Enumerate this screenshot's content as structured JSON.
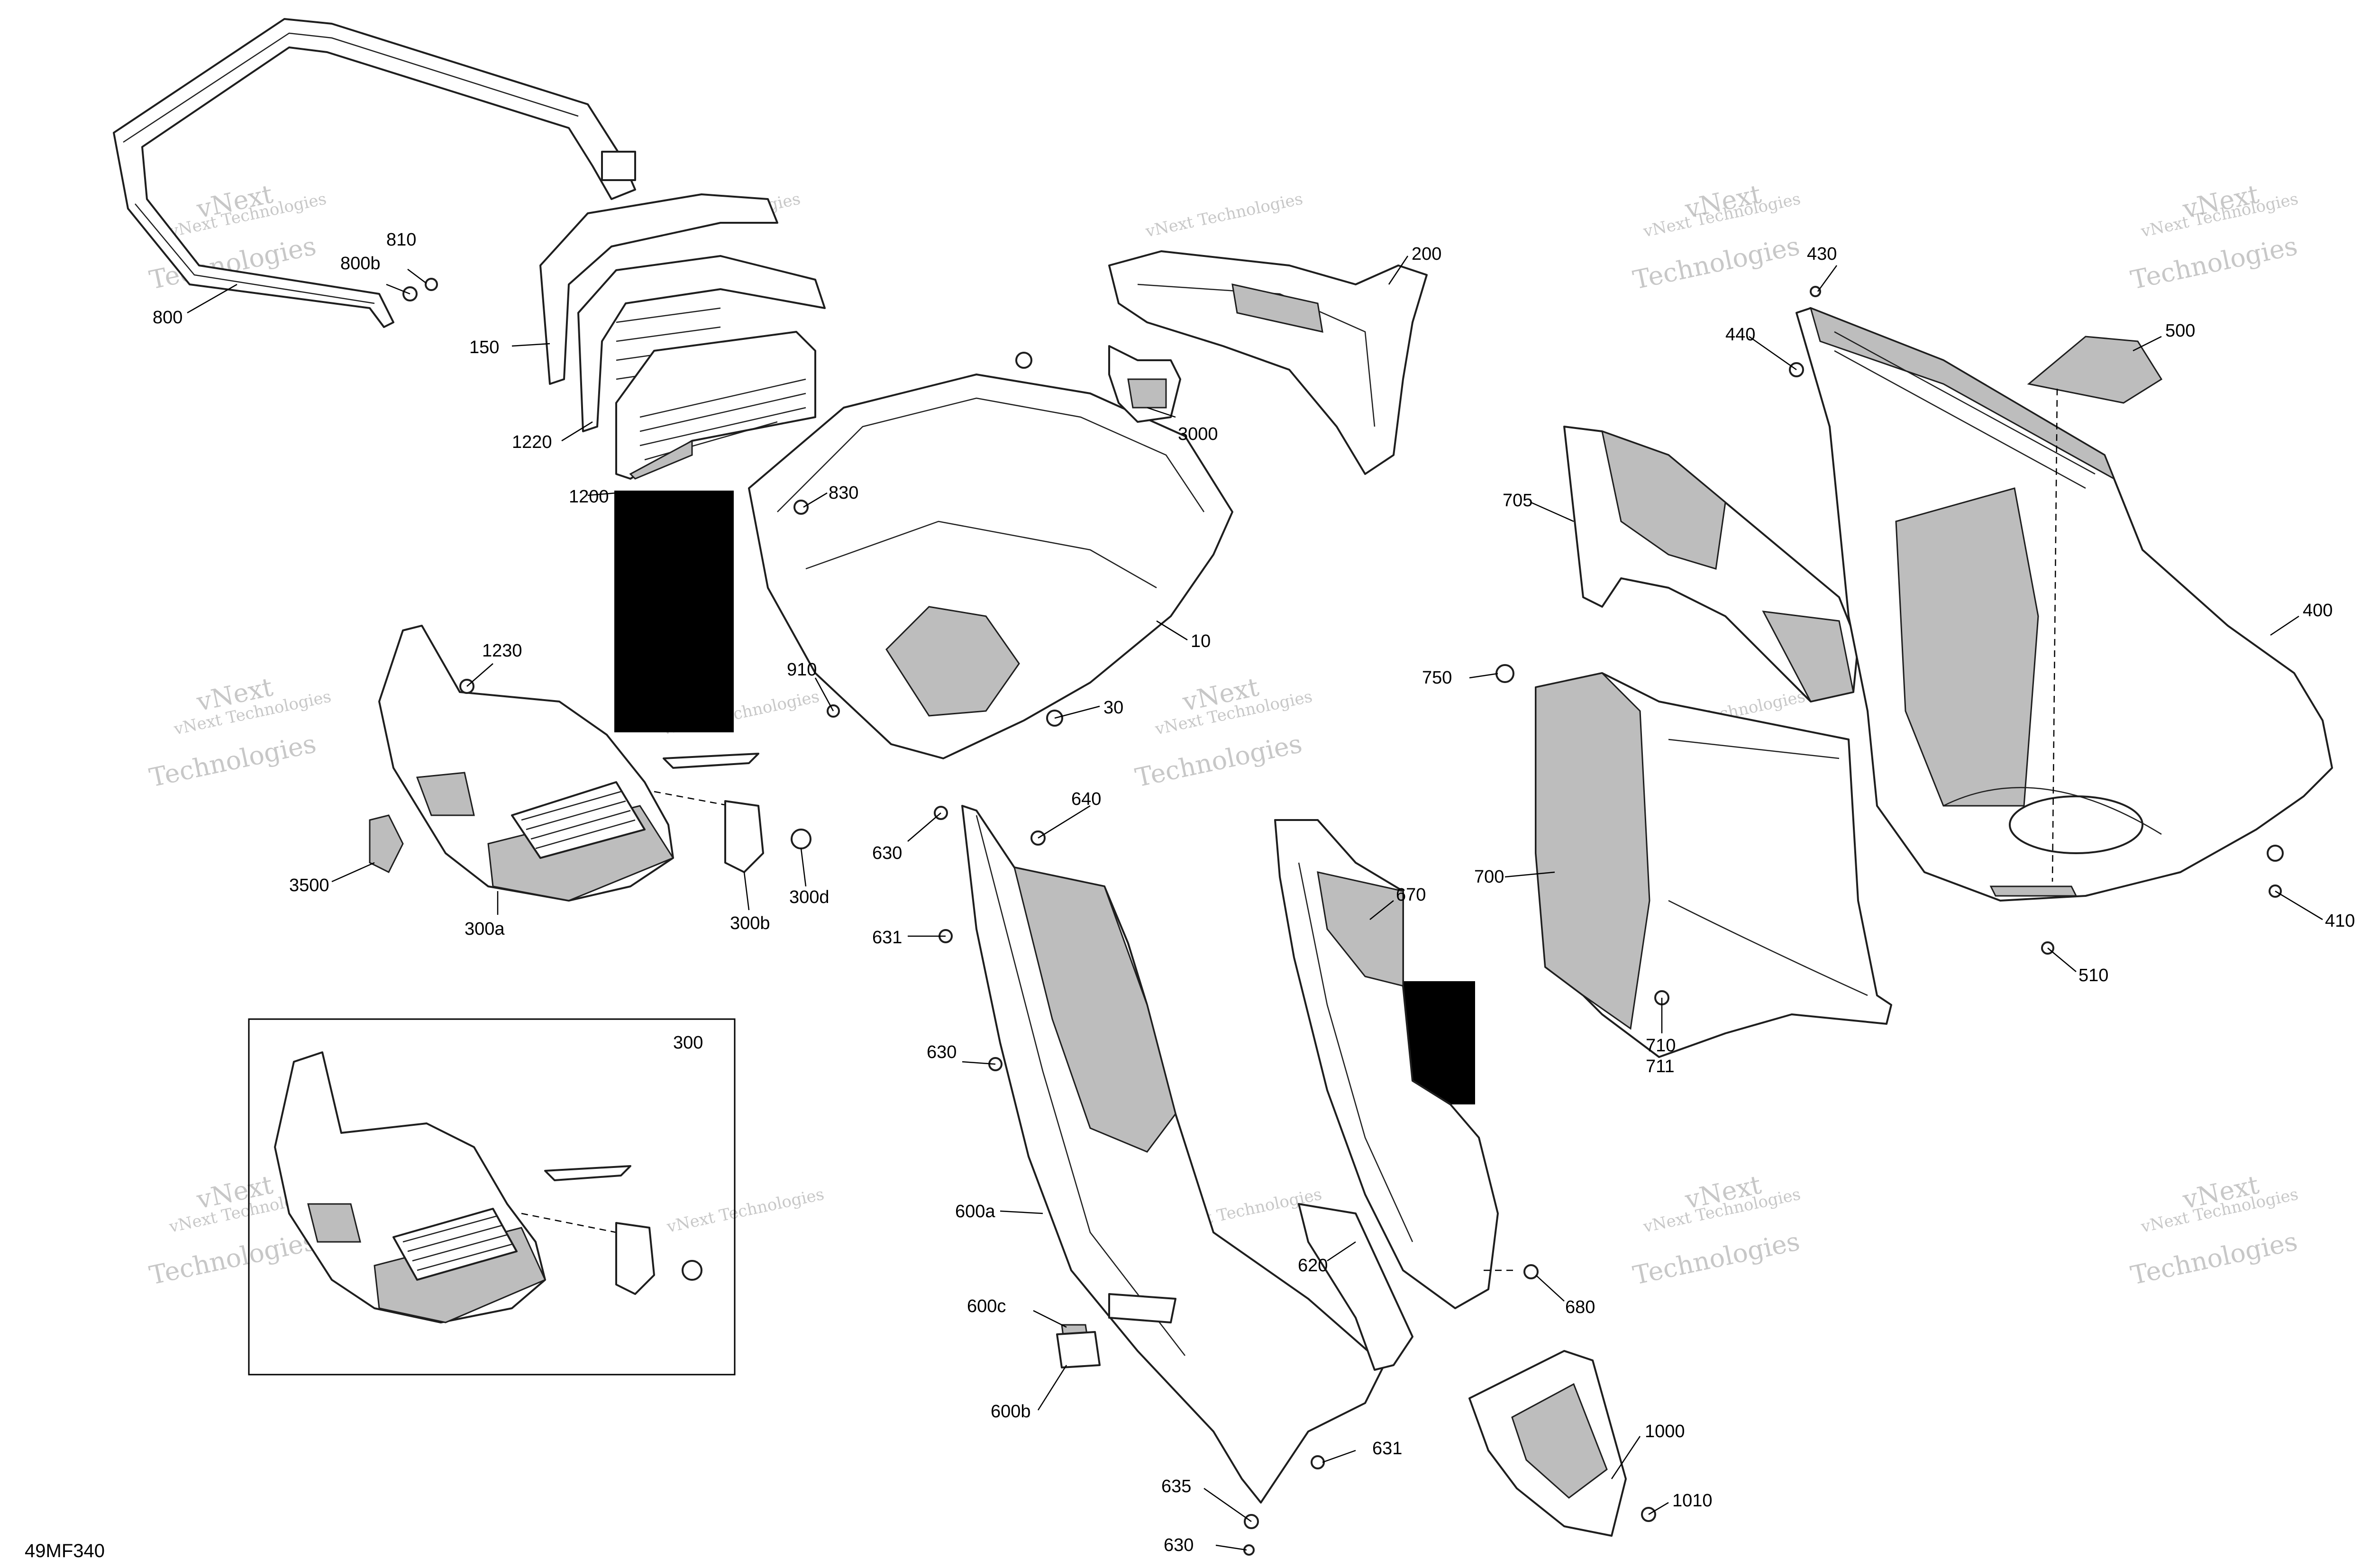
{
  "diagram_code": "49MF340",
  "watermark": {
    "line1": "vNext Technologies",
    "line2": "vNext",
    "line3": "Technologies"
  },
  "callouts": [
    {
      "label": "810"
    },
    {
      "label": "800b"
    },
    {
      "label": "800"
    },
    {
      "label": "150"
    },
    {
      "label": "1220"
    },
    {
      "label": "1200"
    },
    {
      "label": "830"
    },
    {
      "label": "200"
    },
    {
      "label": "3000"
    },
    {
      "label": "10"
    },
    {
      "label": "910"
    },
    {
      "label": "30"
    },
    {
      "label": "1230"
    },
    {
      "label": "3500"
    },
    {
      "label": "300a"
    },
    {
      "label": "300b"
    },
    {
      "label": "300d"
    },
    {
      "label": "300"
    },
    {
      "label": "430"
    },
    {
      "label": "440"
    },
    {
      "label": "500"
    },
    {
      "label": "705"
    },
    {
      "label": "400"
    },
    {
      "label": "750"
    },
    {
      "label": "700"
    },
    {
      "label": "410"
    },
    {
      "label": "510"
    },
    {
      "label": "710"
    },
    {
      "label": "711"
    },
    {
      "label": "640"
    },
    {
      "label": "630"
    },
    {
      "label": "631"
    },
    {
      "label": "630"
    },
    {
      "label": "670"
    },
    {
      "label": "600a"
    },
    {
      "label": "620"
    },
    {
      "label": "680"
    },
    {
      "label": "600c"
    },
    {
      "label": "600b"
    },
    {
      "label": "631"
    },
    {
      "label": "1000"
    },
    {
      "label": "635"
    },
    {
      "label": "1010"
    },
    {
      "label": "630"
    }
  ]
}
